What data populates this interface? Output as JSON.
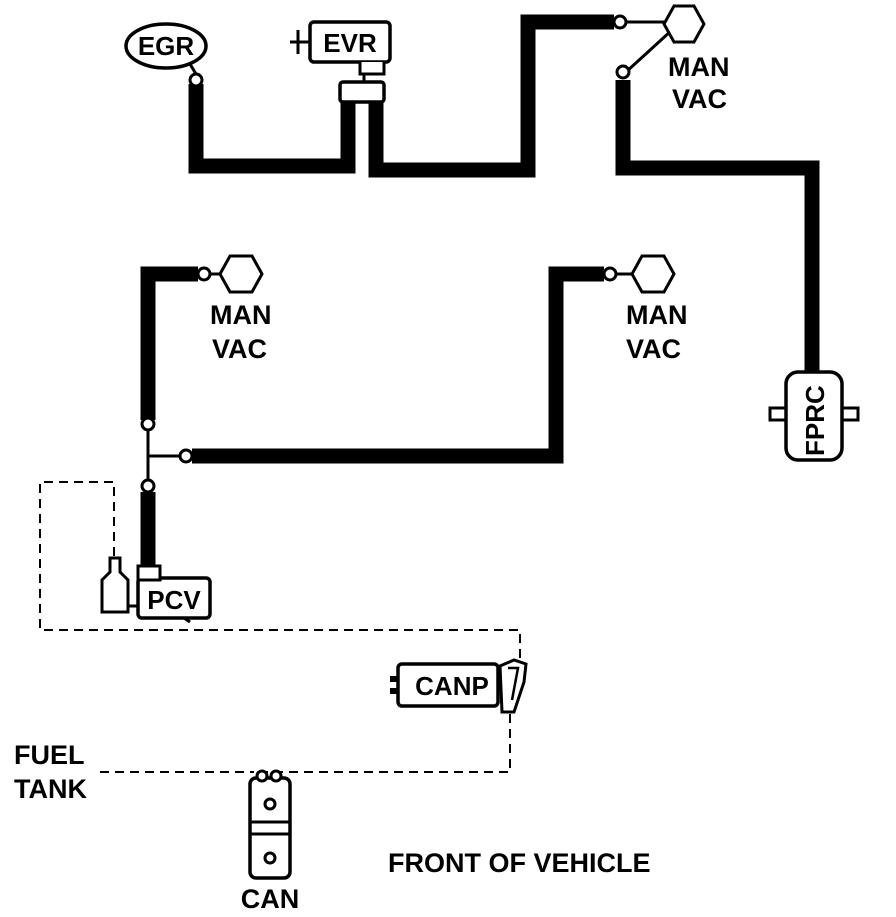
{
  "components": {
    "egr": "EGR",
    "evr": "EVR",
    "pcv": "PCV",
    "canp": "CANP",
    "fprc": "FPRC",
    "can": "CAN"
  },
  "labels": {
    "man_vac_1": [
      "MAN",
      "VAC"
    ],
    "man_vac_2": [
      "MAN",
      "VAC"
    ],
    "man_vac_3": [
      "MAN",
      "VAC"
    ],
    "fuel_tank": [
      "FUEL",
      "TANK"
    ],
    "front_of_vehicle": "FRONT OF VEHICLE"
  }
}
